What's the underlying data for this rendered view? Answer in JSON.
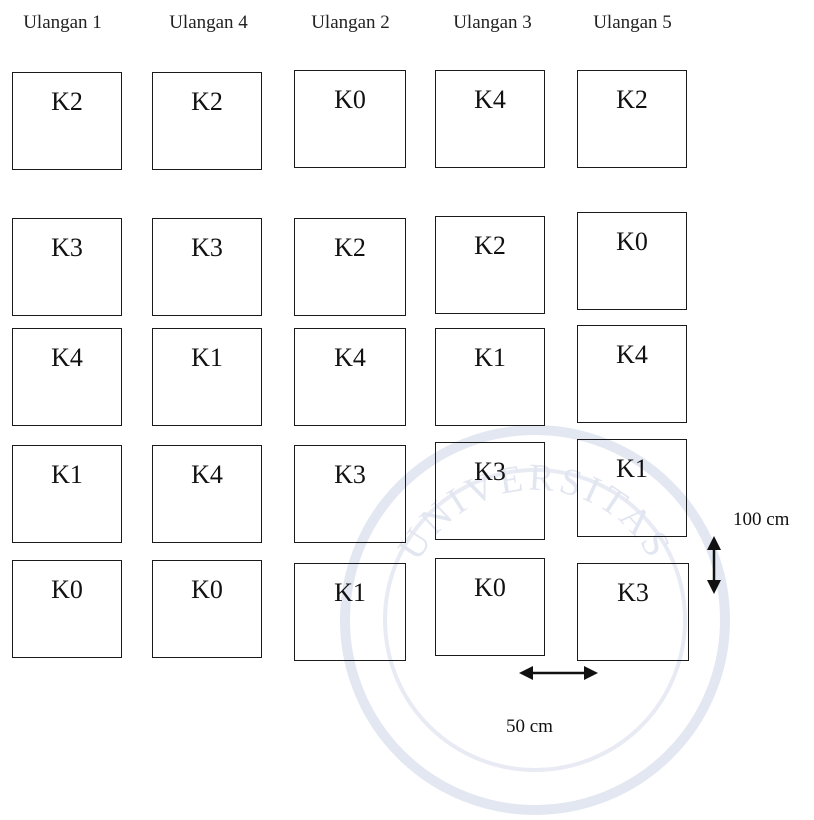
{
  "columns": [
    "Ulangan 1",
    "Ulangan 4",
    "Ulangan 2",
    "Ulangan 3",
    "Ulangan 5"
  ],
  "grid": [
    [
      "K2",
      "K2",
      "K0",
      "K4",
      "K2"
    ],
    [
      "K3",
      "K3",
      "K2",
      "K2",
      "K0"
    ],
    [
      "K4",
      "K1",
      "K4",
      "K1",
      "K4"
    ],
    [
      "K1",
      "K4",
      "K3",
      "K3",
      "K1"
    ],
    [
      "K0",
      "K0",
      "K1",
      "K0",
      "K3"
    ]
  ],
  "dimensions": {
    "height_label": "100 cm",
    "width_label": "50 cm"
  },
  "watermark": {
    "text": "UNIVERSITAS"
  }
}
